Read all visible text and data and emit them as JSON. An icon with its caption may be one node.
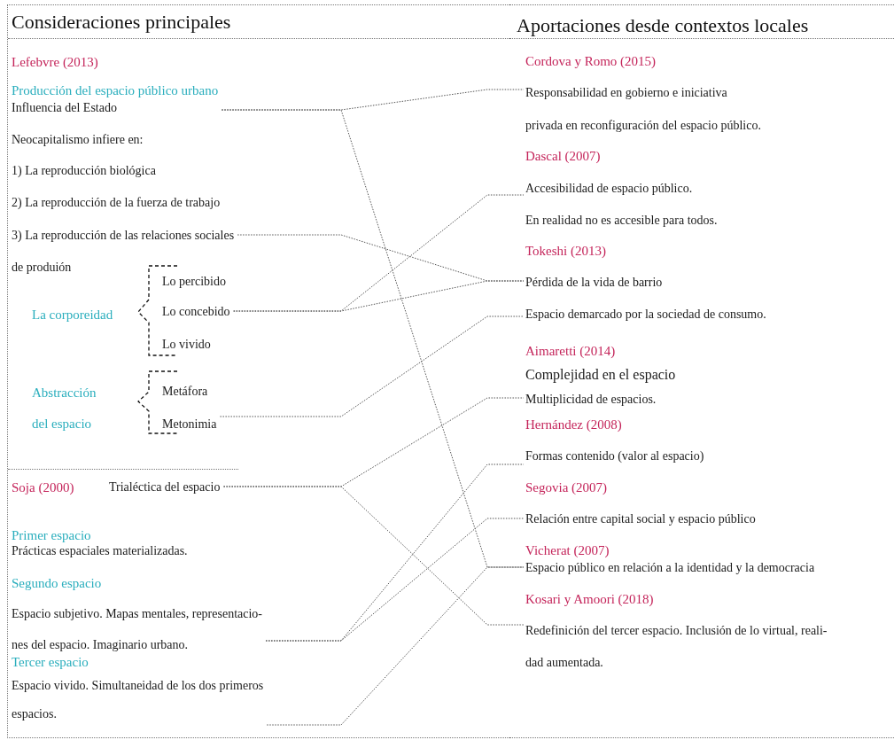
{
  "diagram": {
    "nodes": [
      {
        "text": [
          "Consideraciones principales"
        ]
      },
      {
        "text": [
          "Lefebvre (2013)"
        ],
        "in": 0
      },
      {
        "text": [
          "Producción del espacio público urbano",
          "Influencia del Estado"
        ],
        "in": 0
      },
      {
        "text": [
          "Neocapitalismo infiere en:"
        ],
        "in": 0
      },
      {
        "text": [
          "1) La reproducción biológica"
        ],
        "in": 0
      },
      {
        "text": [
          "2) La reproducción de la fuerza de trabajo"
        ],
        "in": 0
      },
      {
        "text": [
          "3) La reproducción de las relaciones sociales de produión"
        ],
        "in": 0
      },
      {
        "text": [
          "La corporeidad"
        ],
        "in": 0
      },
      {
        "text": [
          "Lo percibido"
        ],
        "in": 0
      },
      {
        "text": [
          "Lo concebido"
        ],
        "in": 0
      },
      {
        "text": [
          "Lo vivido"
        ],
        "in": 0
      },
      {
        "text": [
          "Abstracción del espacio"
        ],
        "in": 0
      },
      {
        "text": [
          "Metáfora"
        ],
        "in": 0
      },
      {
        "text": [
          "Metonimia"
        ],
        "in": 0
      },
      {
        "text": [
          "Soja (2000)"
        ],
        "in": 0
      },
      {
        "text": [
          "Trialéctica del espacio"
        ],
        "in": 0
      },
      {
        "text": [
          "Primer espacio",
          "Prácticas espaciales materializadas."
        ],
        "in": 0
      },
      {
        "text": [
          "Segundo espacio",
          "Espacio subjetivo. Mapas mentales, representacio- nes del espacio. Imaginario urbano."
        ],
        "in": 0
      },
      {
        "text": [
          "Tercer espacio",
          "Espacio vivido. Simultaneidad de los dos primeros espacios."
        ],
        "in": 0
      },
      {
        "text": [
          "Aportaciones desde contextos locales"
        ]
      },
      {
        "text": [
          "Cordova y Romo (2015)",
          "Responsabilidad en gobierno e iniciativa privada en reconfiguración del espacio público."
        ],
        "in": 19
      },
      {
        "text": [
          "Dascal (2007)",
          "Accesibilidad de espacio público. En realidad no es accesible para todos."
        ],
        "in": 19
      },
      {
        "text": [
          "Tokeshi (2013)",
          "Pérdida de la vida de barrio"
        ],
        "in": 19
      },
      {
        "text": [
          "Espacio demarcado por la sociedad de consumo."
        ],
        "in": 19
      },
      {
        "text": [
          "Aimaretti (2014)",
          "Complejidad en el espacio",
          "Multiplicidad de espacios."
        ],
        "in": 19
      },
      {
        "text": [
          "Hernández (2008)",
          "Formas contenido (valor al espacio)"
        ],
        "in": 19
      },
      {
        "text": [
          "Segovia (2007)",
          "Relación entre capital social y espacio público"
        ],
        "in": 19
      },
      {
        "text": [
          "Vicherat (2007)",
          "Espacio público en relación a la identidad y la democracia"
        ],
        "in": 19
      },
      {
        "text": [
          "Kosari y Amoori (2018)",
          "Redefinición del tercer espacio. Inclusión de lo virtual, reali- dad aumentada."
        ],
        "in": 19
      }
    ],
    "edges": [
      {
        "from": 2,
        "to": 20,
        "arrow": "none"
      },
      {
        "from": 2,
        "to": 27,
        "arrow": "none"
      },
      {
        "from": 6,
        "to": 22,
        "arrow": "none"
      },
      {
        "from": 9,
        "to": 21,
        "arrow": "none"
      },
      {
        "from": 9,
        "to": 22,
        "arrow": "none"
      },
      {
        "from": 13,
        "to": 23,
        "arrow": "none"
      },
      {
        "from": 15,
        "to": 24,
        "arrow": "none"
      },
      {
        "from": 15,
        "to": 28,
        "arrow": "none"
      },
      {
        "from": 17,
        "to": 25,
        "arrow": "none"
      },
      {
        "from": 17,
        "to": 26,
        "arrow": "none"
      },
      {
        "from": 18,
        "to": 27,
        "arrow": "none"
      }
    ]
  }
}
